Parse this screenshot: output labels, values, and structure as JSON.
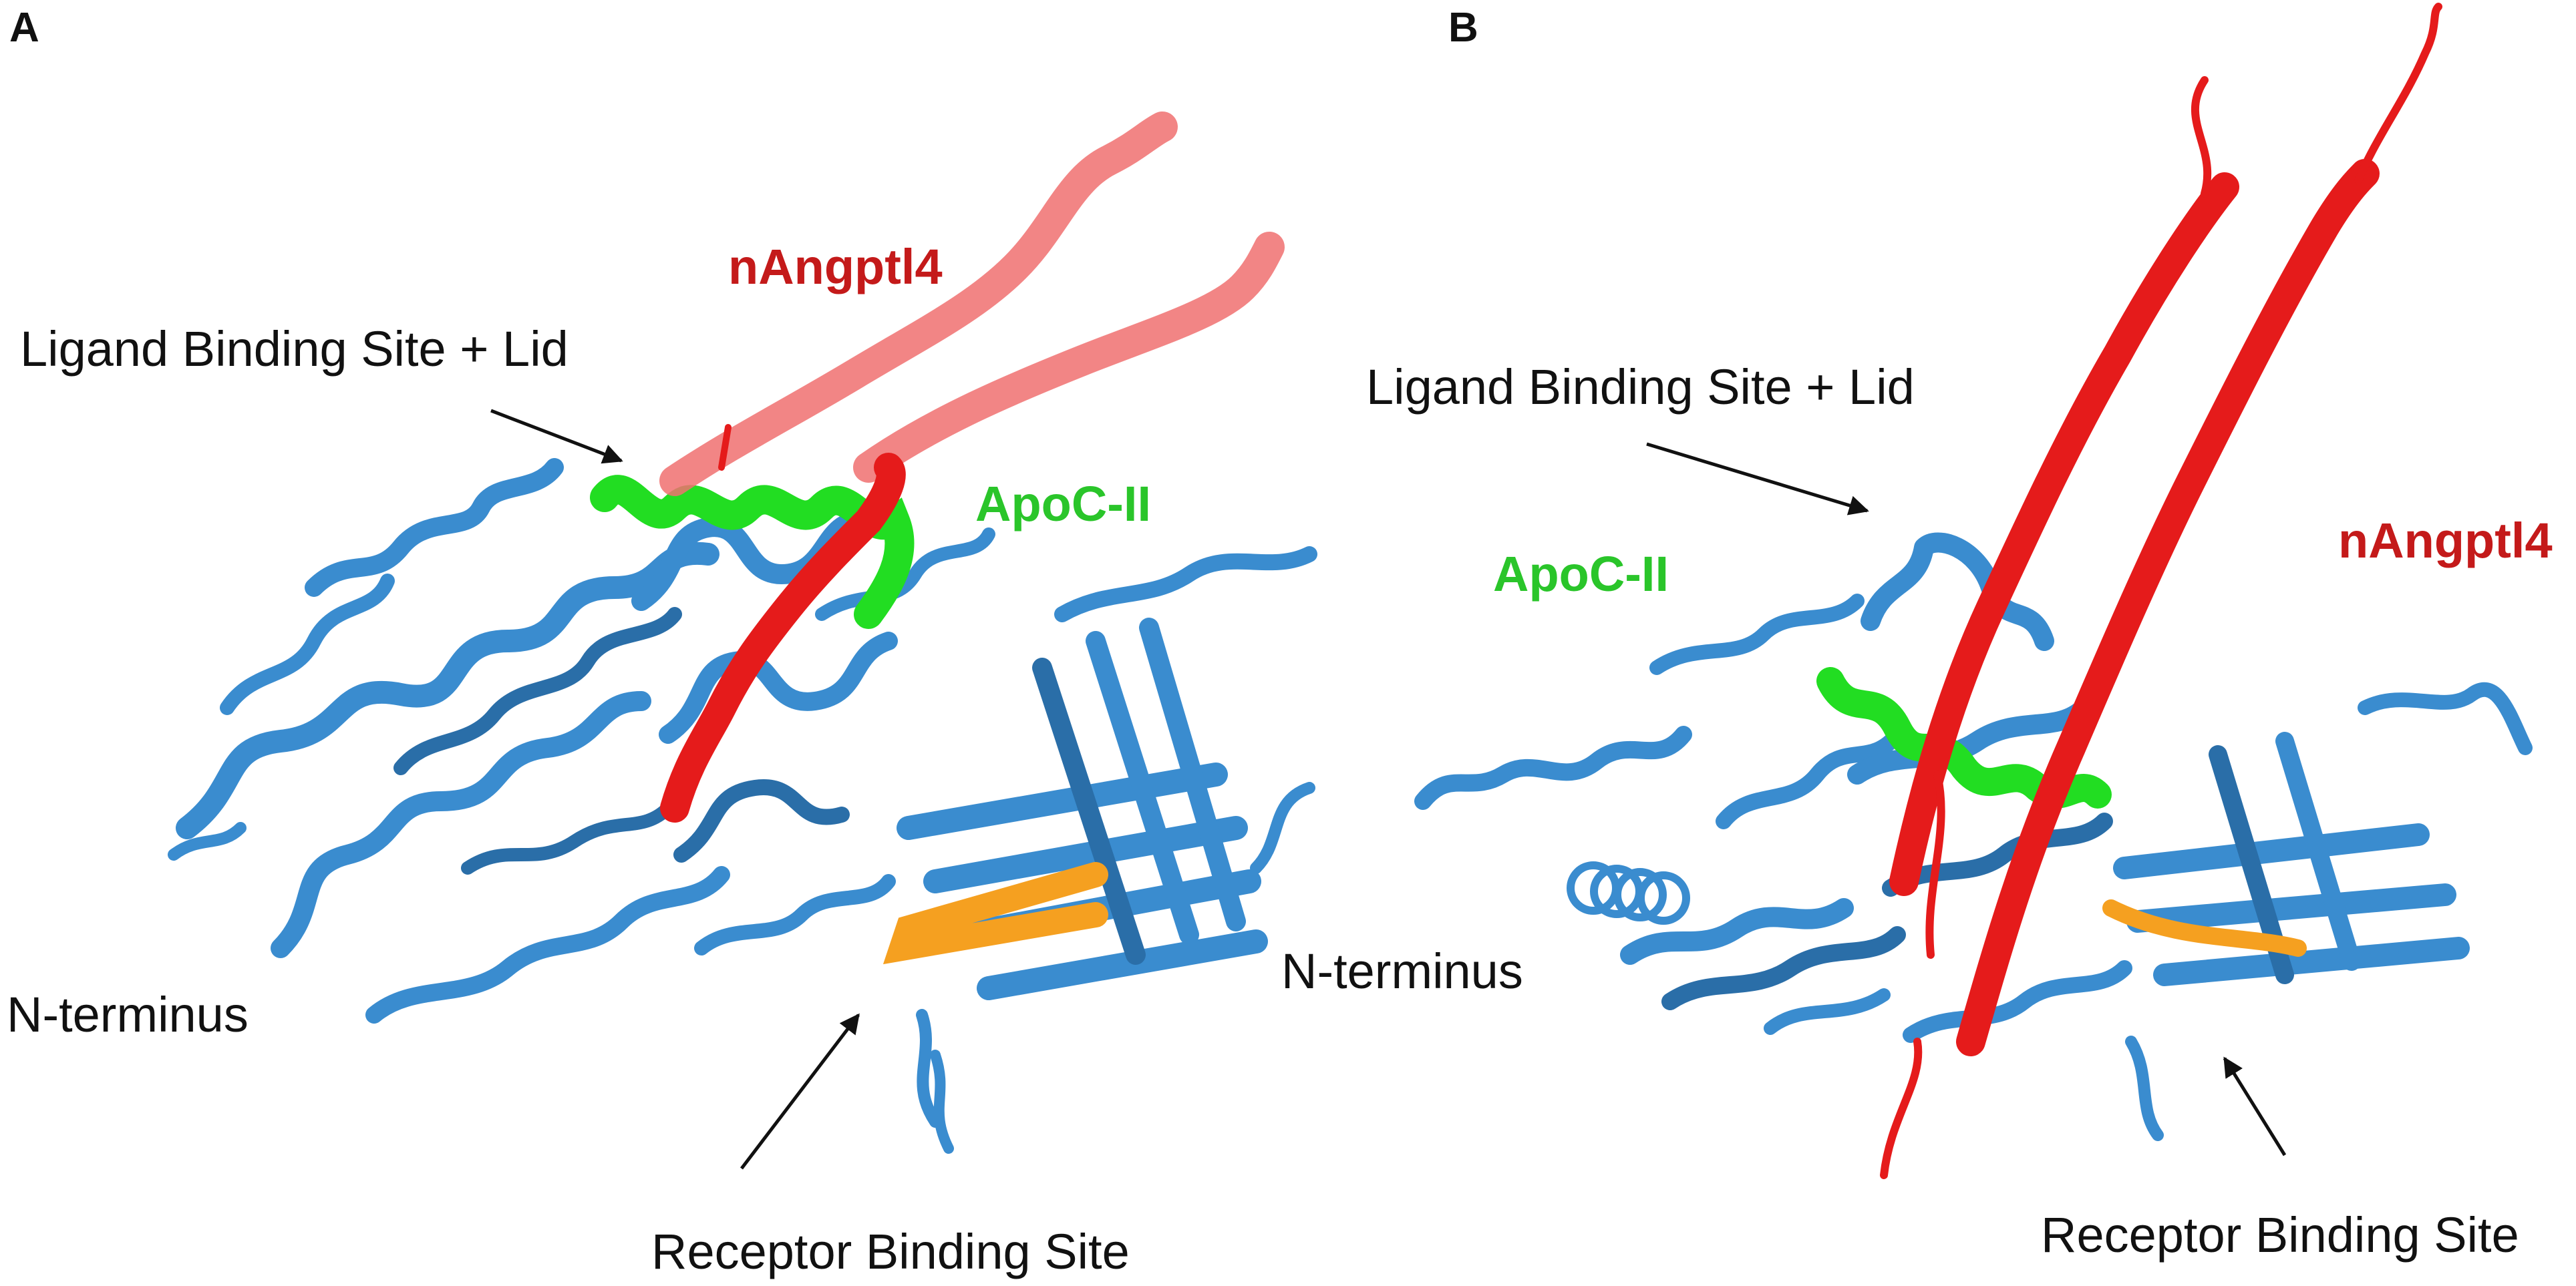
{
  "colors": {
    "lipase": "#3a8ccf",
    "nangptl4": "#e51b1b",
    "apocii": "#22dd22",
    "receptor_strand": "#f5a020",
    "text": "#111111"
  },
  "panels": [
    {
      "letter": "A",
      "labels": {
        "nangptl4": "nAngptl4",
        "apocii": "ApoC-II",
        "ligand_site": "Ligand Binding Site + Lid",
        "n_terminus": "N-terminus",
        "receptor_site": "Receptor Binding Site"
      }
    },
    {
      "letter": "B",
      "labels": {
        "nangptl4": "nAngptl4",
        "apocii": "ApoC-II",
        "ligand_site": "Ligand Binding Site + Lid",
        "n_terminus": "N-terminus",
        "receptor_site": "Receptor Binding Site"
      }
    }
  ]
}
